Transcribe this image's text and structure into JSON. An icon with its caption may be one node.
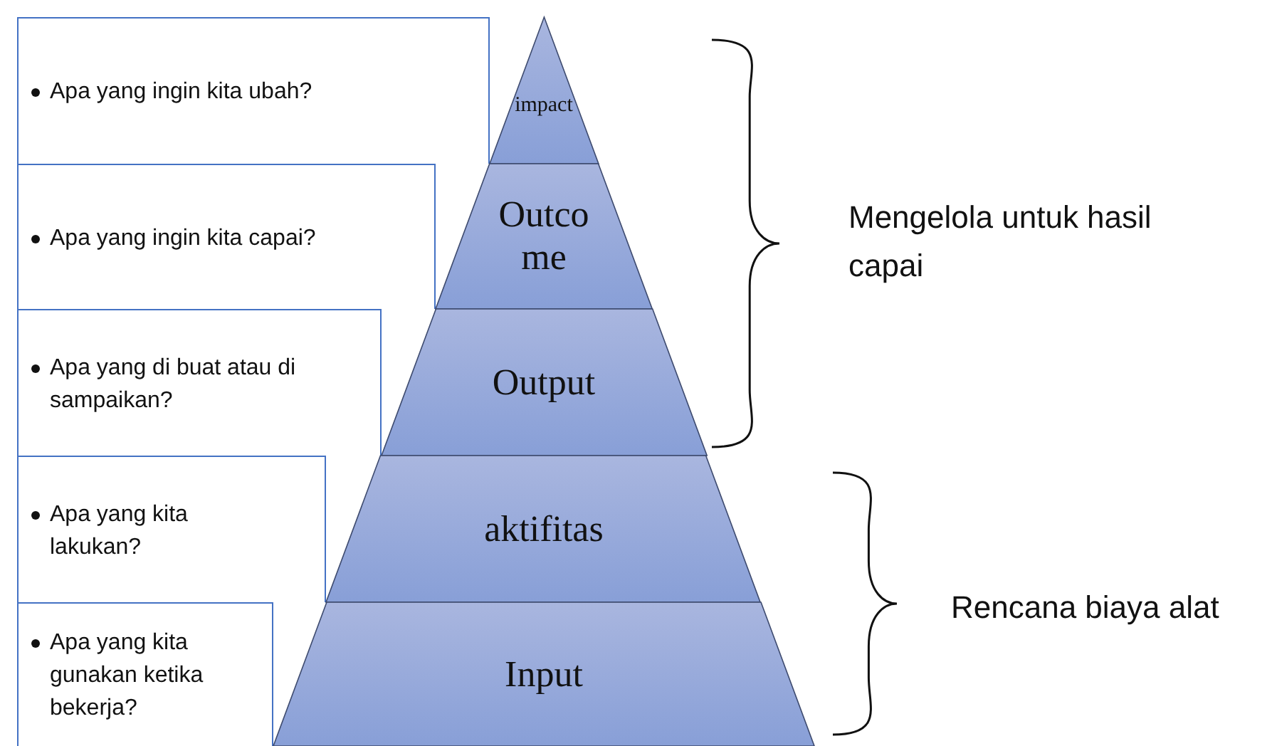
{
  "diagram": {
    "nodes": [
      {
        "text": [
          "Apa yang ingin kita ubah?"
        ]
      },
      {
        "text": [
          "impact"
        ]
      },
      {
        "text": [
          "Apa yang ingin kita capai?"
        ]
      },
      {
        "text": [
          "Outco me"
        ]
      },
      {
        "text": [
          "Apa yang di buat atau di sampaikan?"
        ]
      },
      {
        "text": [
          "Output"
        ]
      },
      {
        "text": [
          "Apa yang kita lakukan?"
        ]
      },
      {
        "text": [
          "aktifitas"
        ]
      },
      {
        "text": [
          "Apa yang kita gunakan ketika bekerja?"
        ]
      },
      {
        "text": [
          "Input"
        ]
      }
    ],
    "edges": [],
    "labels": [
      "Mengelola untuk hasil capai",
      "Rencana biaya alat"
    ]
  }
}
